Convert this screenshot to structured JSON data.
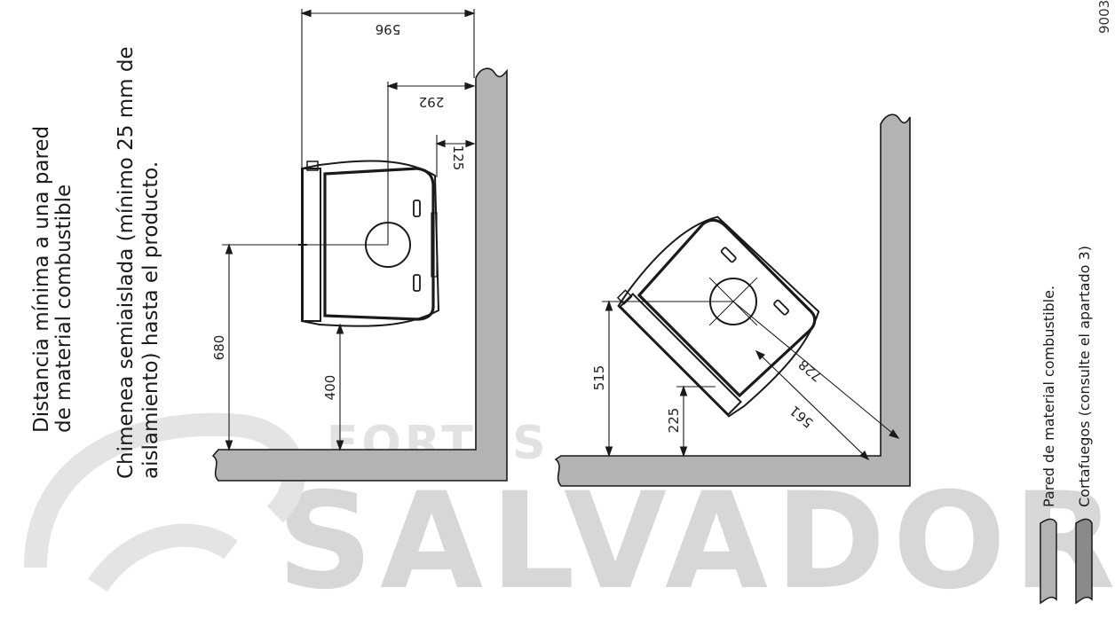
{
  "headings": {
    "clearance_line1": "Distancia mínima a una pared",
    "clearance_line2": "de material combustible",
    "chimney_line1": "Chimenea semiaislada (mínimo 25 mm de",
    "chimney_line2": "aislamiento) hasta el producto."
  },
  "diagram_code": "9003",
  "legend": {
    "combustible_wall": "Pared de material combustible.",
    "firewall": "Cortafuegos (consulte el apartado 3)"
  },
  "watermark": {
    "brand": "SALVADOR",
    "subtitle": "FORTAS"
  },
  "dimensions_parallel": {
    "width": "596",
    "flue_to_side": "292",
    "side_clearance": "125",
    "flue_to_back": "680",
    "back_clearance": "400"
  },
  "dimensions_corner": {
    "flue_to_back": "515",
    "back_clearance": "225",
    "diagonal_flue": "728",
    "corner_clearance": "561"
  },
  "colors": {
    "wall_fill": "#b3b3b3",
    "firewall_fill": "#8a8a8a",
    "line": "#1a1a1a",
    "watermark": "#d7d7d7"
  }
}
